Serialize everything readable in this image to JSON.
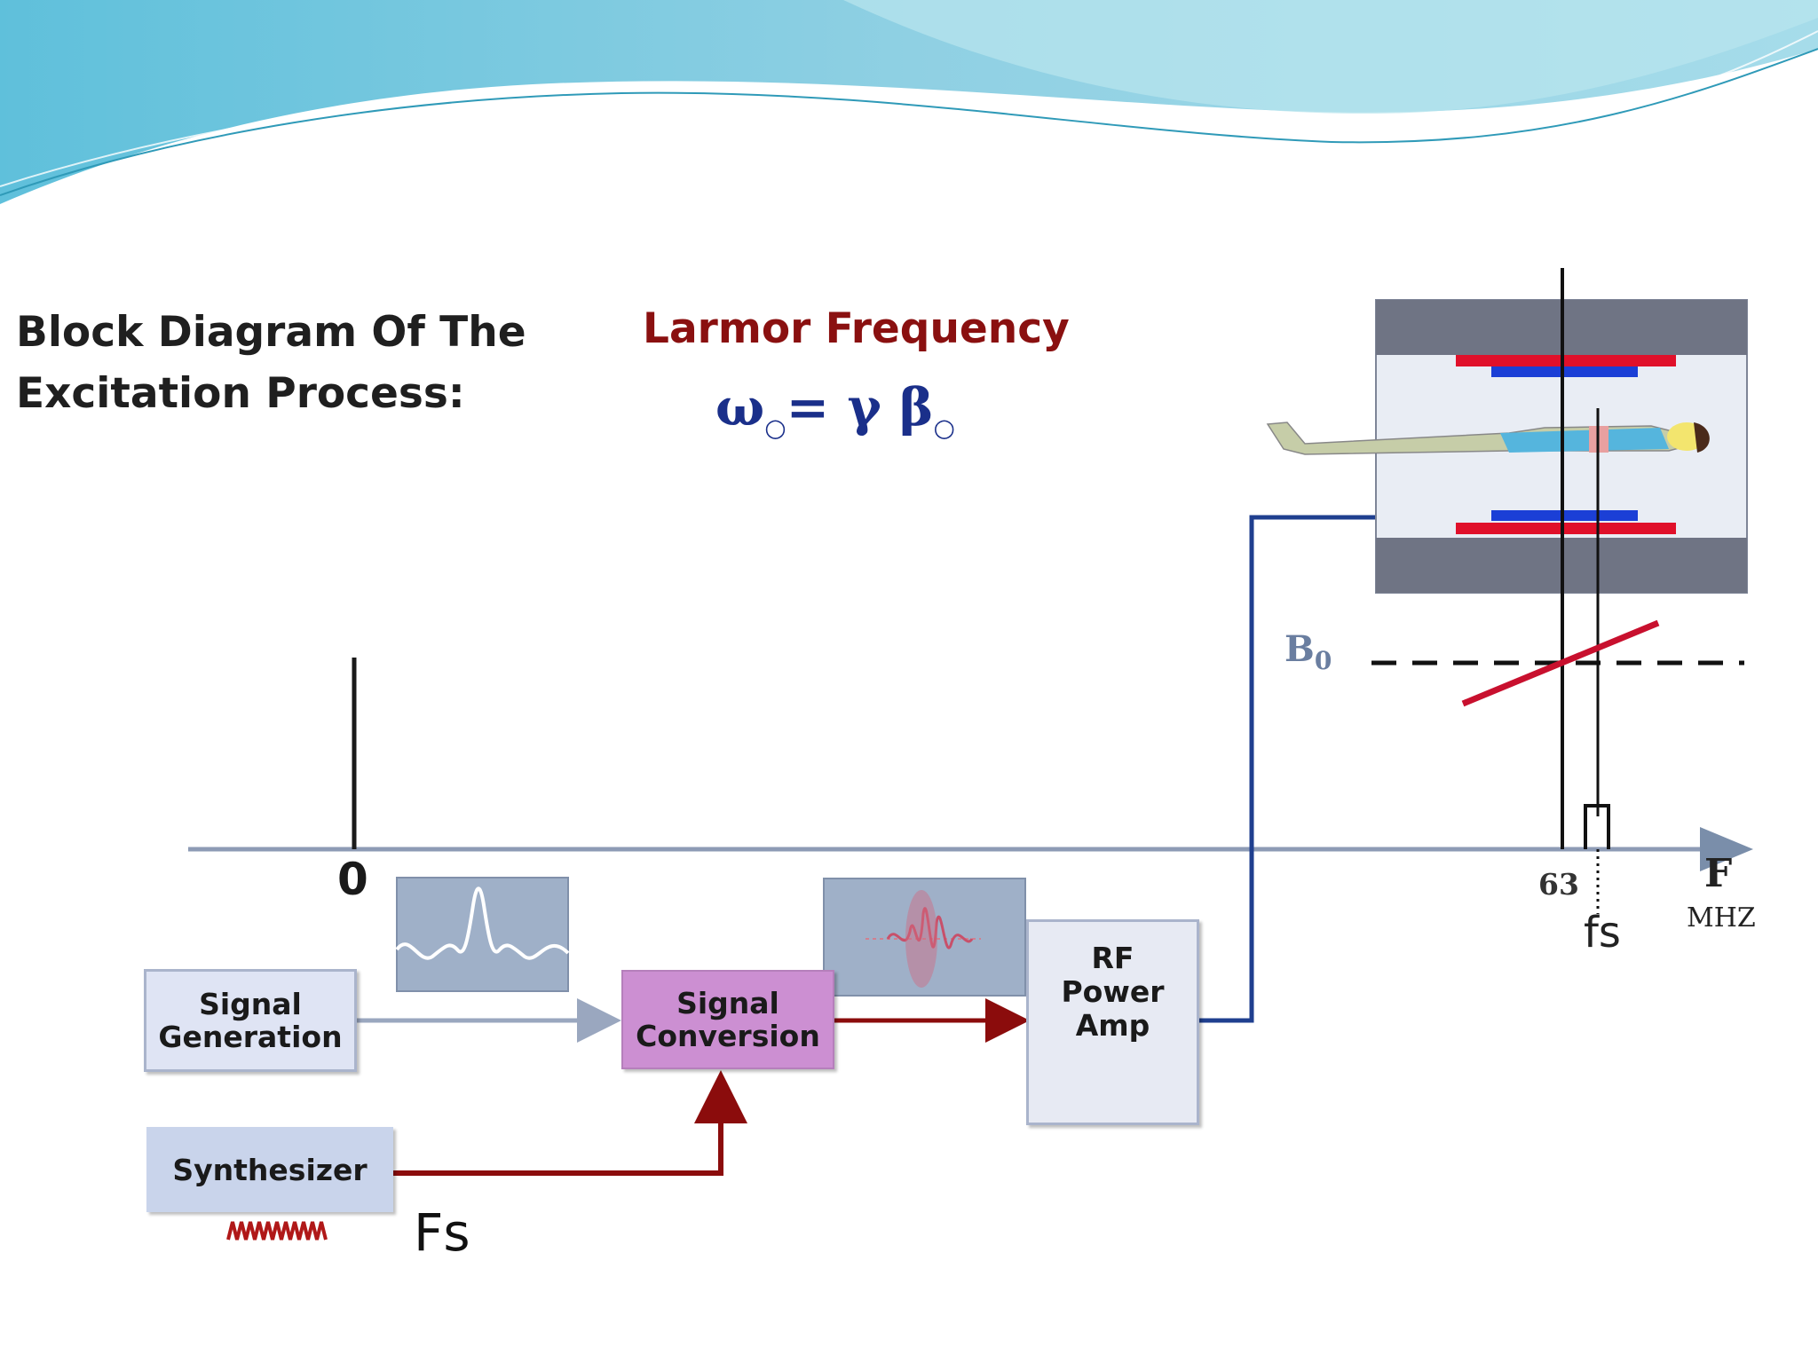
{
  "title": {
    "line1": "Block Diagram Of The",
    "line2": "Excitation Process:"
  },
  "larmor": {
    "heading": "Larmor Frequency",
    "omega": "ω",
    "equals": "= γ β",
    "sub_o": "○",
    "sub_b": "○"
  },
  "blocks": {
    "signal_generation": {
      "line1": "Signal",
      "line2": "Generation"
    },
    "signal_conversion": {
      "line1": "Signal",
      "line2": "Conversion"
    },
    "rf_amp": {
      "line1": "RF",
      "line2": "Power",
      "line3": "Amp"
    },
    "synthesizer": "Synthesizer"
  },
  "axis": {
    "zero": "0",
    "tick_63": "63",
    "f": "F",
    "unit": "MHZ",
    "fs": "fs"
  },
  "synth_freq_label": "Fs",
  "b0_label": {
    "b": "B",
    "sub": "0"
  },
  "colors": {
    "header_wave": "#6cc3dd",
    "dark_red": "#8b0c0c",
    "blue_line": "#1f3f8f",
    "coil_red": "#e0102a",
    "coil_blue": "#1b3fd6",
    "magnet_gray": "#6f7484",
    "gradient_red": "#c8102e"
  }
}
